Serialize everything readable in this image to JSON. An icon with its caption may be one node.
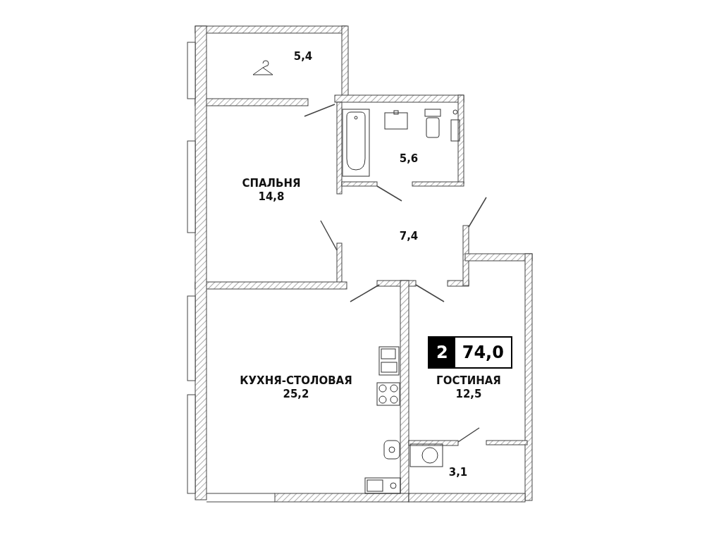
{
  "diagram": {
    "nodes": [
      {
        "text": [
          "5,4"
        ]
      },
      {
        "text": [
          "СПАЛЬНЯ",
          "14,8"
        ]
      },
      {
        "text": [
          "5,6"
        ]
      },
      {
        "text": [
          "7,4"
        ]
      },
      {
        "text": [
          "КУХНЯ-СТОЛОВАЯ",
          "25,2"
        ]
      },
      {
        "text": [
          "ГОСТИНАЯ",
          "12,5"
        ]
      },
      {
        "text": [
          "3,1"
        ]
      }
    ],
    "labels": [
      "2",
      "74,0"
    ]
  }
}
